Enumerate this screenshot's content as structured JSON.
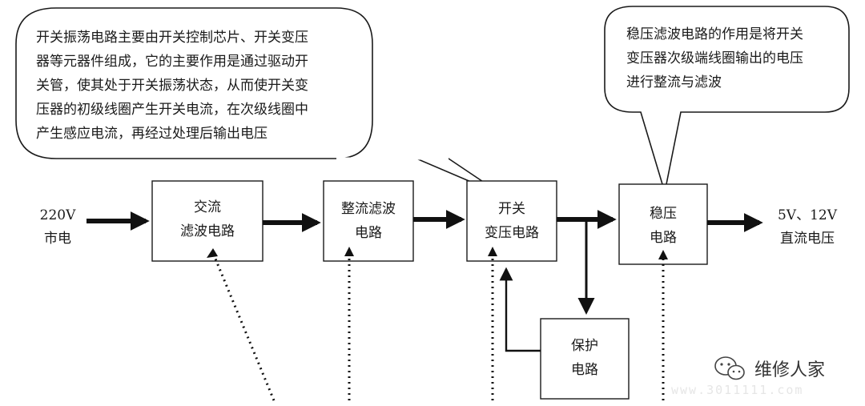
{
  "callouts": {
    "left": {
      "lines": [
        "开关振荡电路主要由开关控制芯片、开关变压",
        "器等元器件组成，它的主要作用是通过驱动开",
        "关管，使其处于开关振荡状态，从而使开关变",
        "压器的初级线圈产生开关电流，在次级线圈中",
        "产生感应电流，再经过处理后输出电压"
      ]
    },
    "right": {
      "lines": [
        "稳压滤波电路的作用是将开关",
        "变压器次级端线圈输出的电压",
        "进行整流与滤波"
      ]
    }
  },
  "input": {
    "line1": "220V",
    "line2": "市电"
  },
  "output": {
    "line1": "5V、12V",
    "line2": "直流电压"
  },
  "blocks": {
    "ac_filter": {
      "line1": "交流",
      "line2": "滤波电路"
    },
    "rectifier": {
      "line1": "整流滤波",
      "line2": "电路"
    },
    "switch_transformer": {
      "line1": "开关",
      "line2": "变压电路"
    },
    "regulator": {
      "line1": "稳压",
      "line2": "电路"
    },
    "protection": {
      "line1": "保护",
      "line2": "电路"
    }
  },
  "watermark": {
    "text": "维修人家",
    "url": "www.3011111.com"
  }
}
